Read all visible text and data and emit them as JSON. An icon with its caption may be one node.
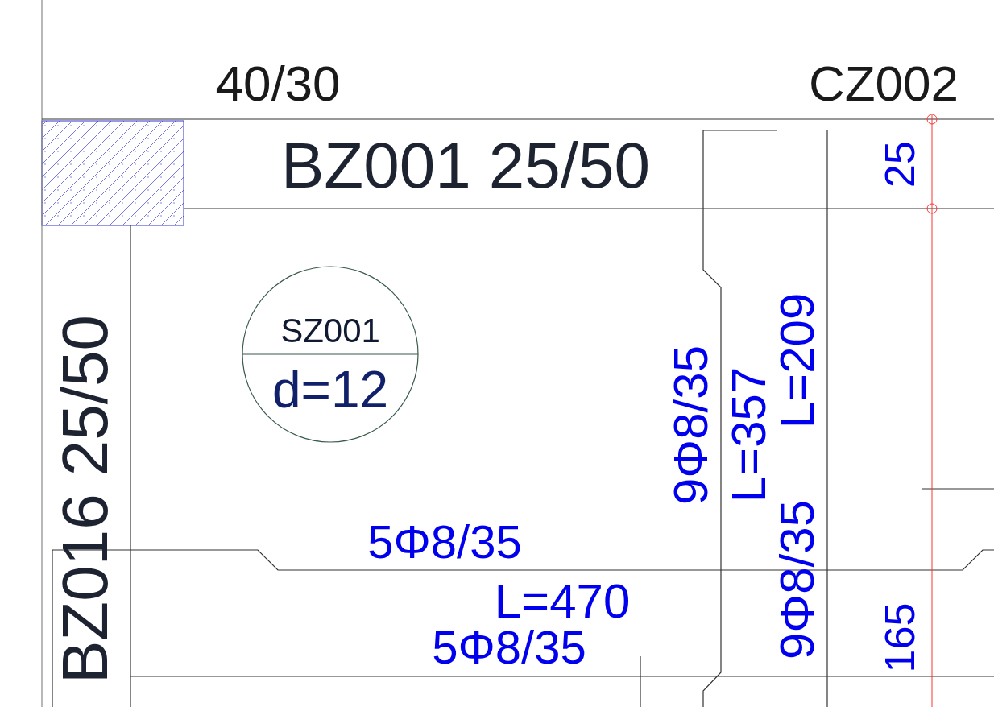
{
  "diagram": {
    "nodes": [
      {
        "text": [
          "SZ001",
          "d=12"
        ]
      }
    ],
    "labels": [
      "40/30",
      "CZ002",
      "BZ001 25/50",
      "25",
      "BZ016 25/50",
      "9Φ8/35",
      "L=357",
      "L=209",
      "9Φ8/35",
      "5Φ8/35",
      "L=470",
      "5Φ8/35",
      "165"
    ]
  }
}
